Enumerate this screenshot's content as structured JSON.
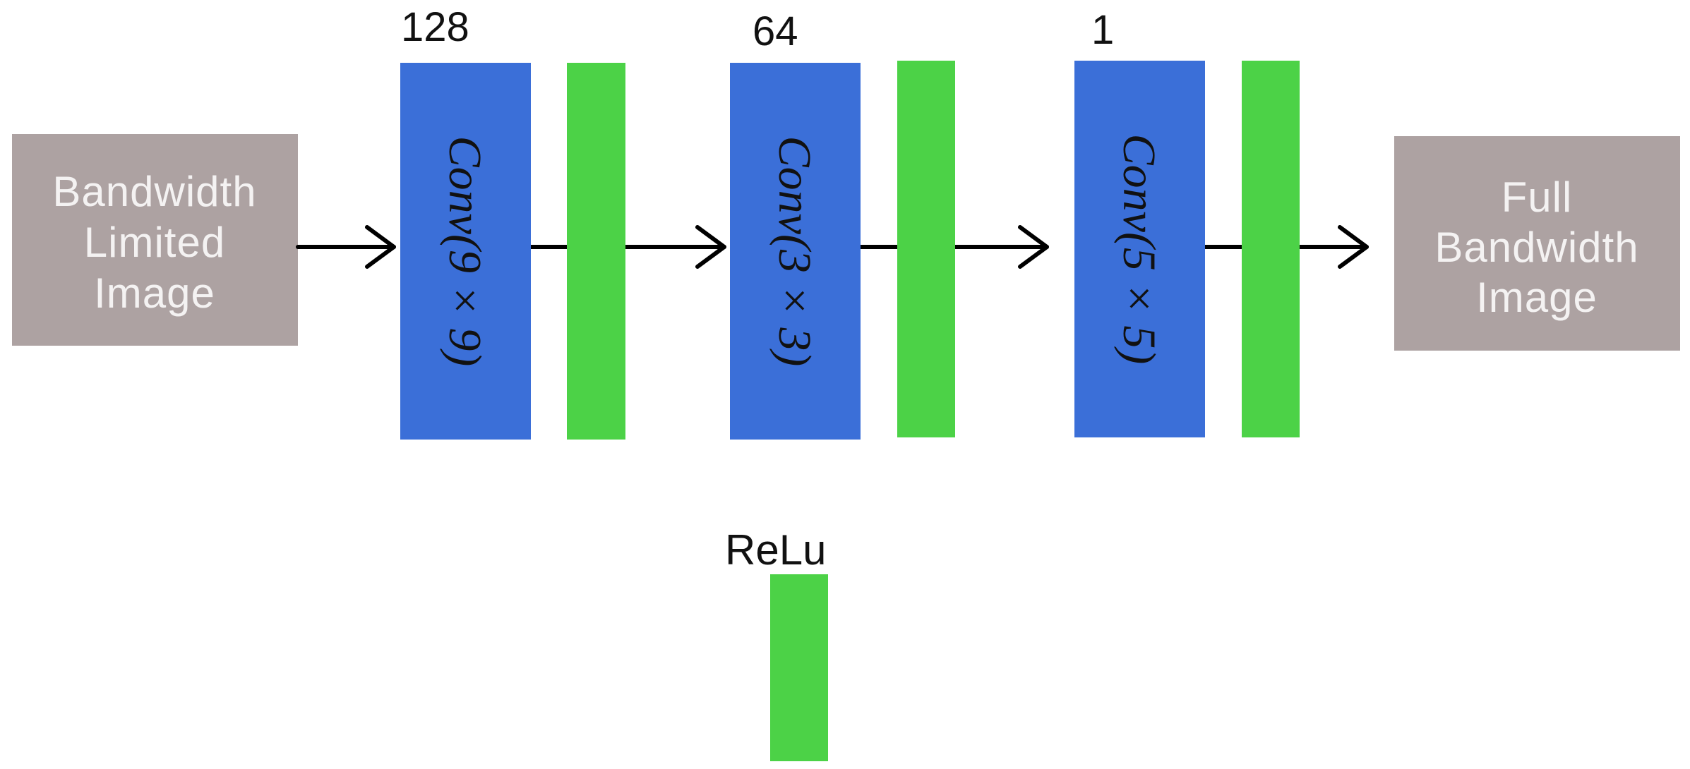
{
  "input": {
    "lines": [
      "Bandwidth",
      "Limited",
      "Image"
    ]
  },
  "output": {
    "lines": [
      "Full",
      "Bandwidth",
      "Image"
    ]
  },
  "layers": [
    {
      "filters": "128",
      "conv_label": "Conv(9 × 9)"
    },
    {
      "filters": "64",
      "conv_label": "Conv(3 × 3)"
    },
    {
      "filters": "1",
      "conv_label": "Conv(5 × 5)"
    }
  ],
  "legend": {
    "label": "ReLu"
  },
  "colors": {
    "io_box": "#ada2a2",
    "io_text": "#f4f2f2",
    "conv": "#3b6fd8",
    "relu": "#4cd247",
    "arrow": "#000000",
    "text": "#111111"
  }
}
